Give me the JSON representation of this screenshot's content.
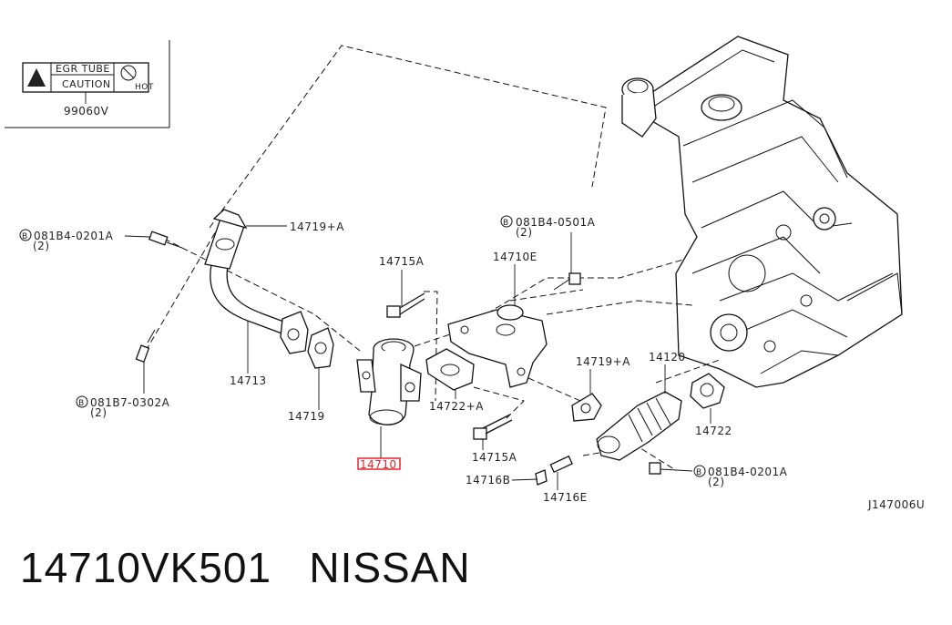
{
  "labels": {
    "caution_title": "EGR TUBE",
    "caution_text": "CAUTION",
    "caution_hot": "HOT",
    "caution_code": "99060V",
    "bolt_left_top": "081B4-0201A",
    "bolt_left_top_qty": "(2)",
    "tube_gasket_top": "14719+A",
    "tube": "14713",
    "gasket_left": "14719",
    "bolt_left_bottom": "081B7-0302A",
    "bolt_left_bottom_qty": "(2)",
    "bolt_center_top": "14715A",
    "valve_selected": "14710",
    "bracket": "14710E",
    "bolt_bracket": "081B4-0501A",
    "bolt_bracket_qty": "(2)",
    "gasket_center": "14722+A",
    "bolt_center_bottom": "14715A",
    "nut": "14716B",
    "stud": "14716E",
    "gasket_right_top": "14719+A",
    "cooler_tube": "14120",
    "gasket_right": "14722",
    "bolt_right": "081B4-0201A",
    "bolt_right_qty": "(2)",
    "diagram_code": "J147006U",
    "b_symbol": "B"
  },
  "caption": {
    "part_number": "14710VK501",
    "brand": "NISSAN"
  },
  "colors": {
    "highlight": "#e8232a",
    "line": "#111111"
  }
}
